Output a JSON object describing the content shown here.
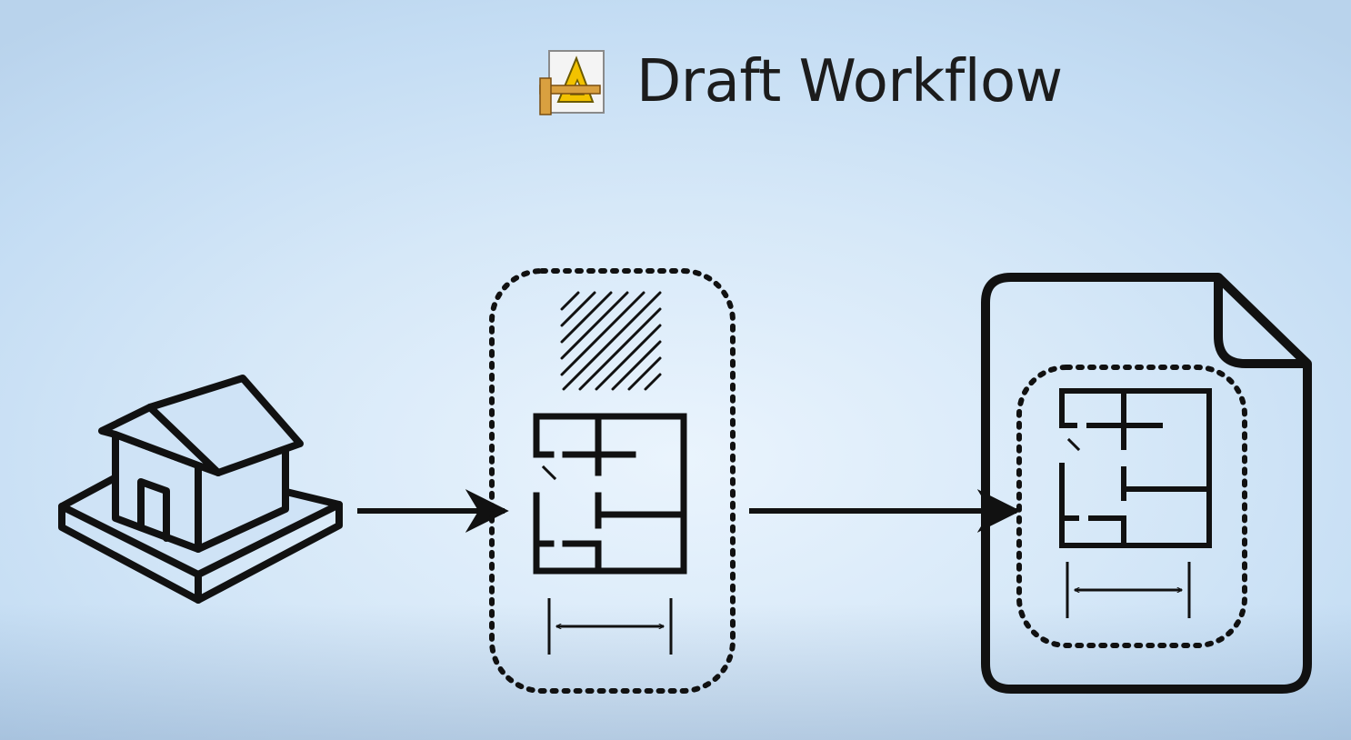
{
  "header": {
    "title": "Draft Workflow",
    "logo_icon": "draft-workbench-icon"
  },
  "diagram": {
    "nodes": [
      {
        "id": "building-model",
        "icon": "house-on-base-icon"
      },
      {
        "id": "draft-view-group",
        "icons": [
          "hatch-pattern-icon",
          "floor-plan-icon",
          "dimension-icon"
        ]
      },
      {
        "id": "drawing-sheet",
        "icons": [
          "document-page-icon",
          "floor-plan-icon",
          "dimension-icon"
        ]
      }
    ],
    "edges": [
      {
        "from": "building-model",
        "to": "draft-view-group"
      },
      {
        "from": "draft-view-group",
        "to": "drawing-sheet"
      }
    ]
  },
  "colors": {
    "ink": "#111111",
    "background": "#d6e8f8",
    "logo_accent": "#f2c200",
    "logo_ruler": "#d9a040"
  }
}
